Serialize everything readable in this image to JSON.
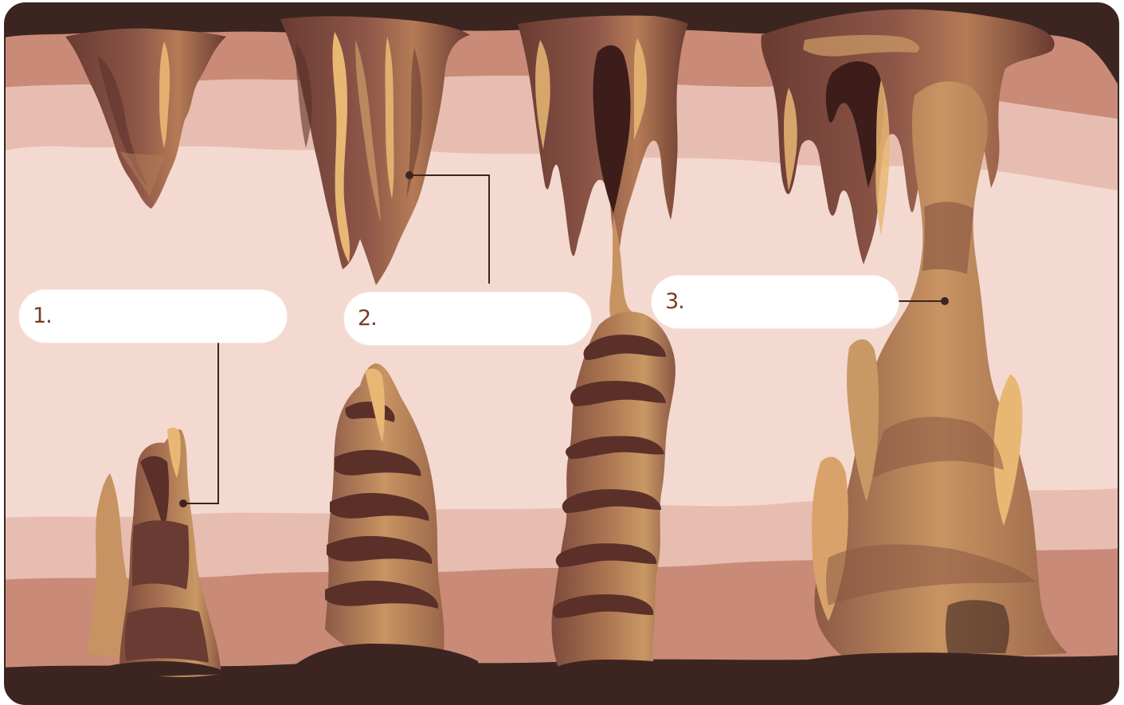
{
  "colors": {
    "frame": "#3c2520",
    "wall_light": "#f4d9d1",
    "wall_mid": "#e8bdb1",
    "wall_dark": "#c98a77",
    "formation_dark": "#6a3b32",
    "formation_mid": "#8d5648",
    "formation_light": "#c79363",
    "formation_highlight": "#e9b774",
    "label_text": "#7a3b22"
  },
  "labels": [
    {
      "number": "1."
    },
    {
      "number": "2."
    },
    {
      "number": "3."
    }
  ]
}
